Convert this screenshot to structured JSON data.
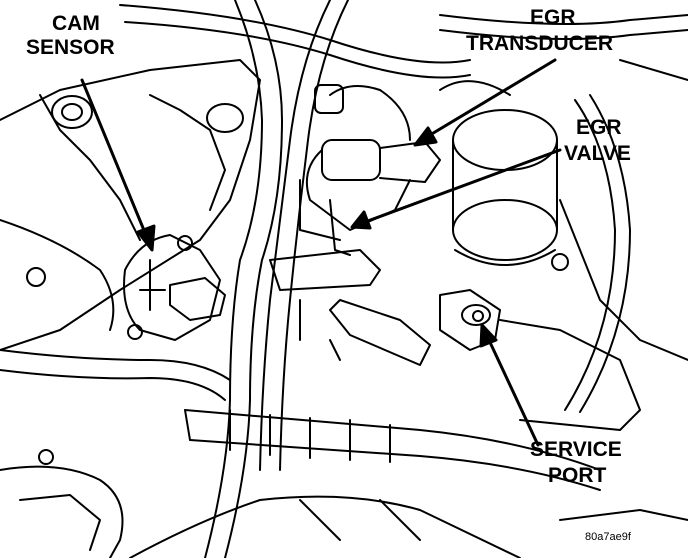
{
  "labels": {
    "cam_sensor": [
      "CAM",
      "SENSOR"
    ],
    "egr_transducer": [
      "EGR",
      "TRANSDUCER"
    ],
    "egr_valve": [
      "EGR",
      "VALVE"
    ],
    "service_port": [
      "SERVICE",
      "PORT"
    ]
  },
  "figure_code": "80a7ae9f"
}
